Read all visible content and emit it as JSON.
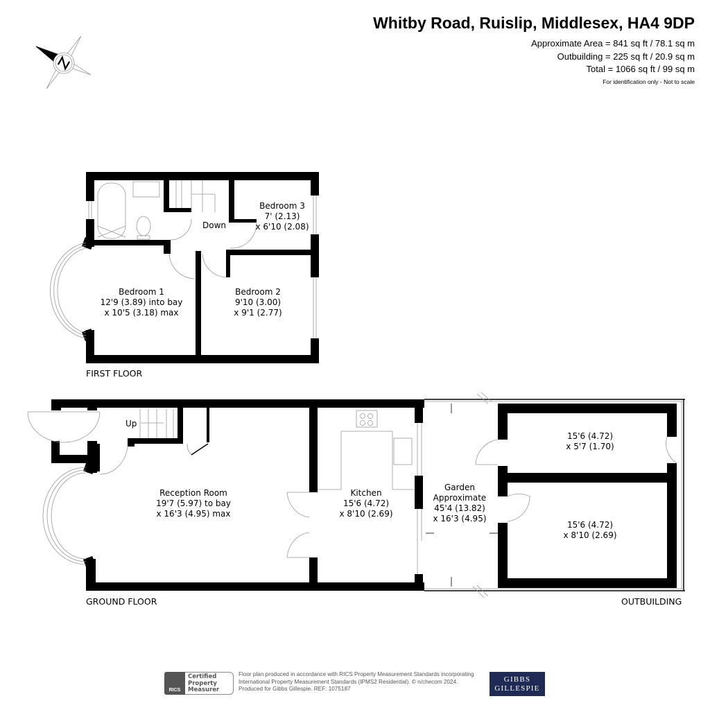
{
  "header": {
    "title": "Whitby Road, Ruislip, Middlesex, HA4 9DP",
    "approximate_area": "Approximate Area = 841 sq ft / 78.1 sq m",
    "outbuilding_area": "Outbuilding = 225 sq ft / 20.9 sq m",
    "total_area": "Total = 1066 sq ft / 99 sq m",
    "disclaimer": "For identification only - Not to scale"
  },
  "compass": {
    "icon": "north-compass-icon",
    "letter": "N"
  },
  "first_floor": {
    "label": "FIRST FLOOR",
    "stairs_label": "Down",
    "rooms": [
      {
        "name": "Bedroom 1",
        "dim1": "12'9 (3.89) into bay",
        "dim2": "x 10'5 (3.18) max"
      },
      {
        "name": "Bedroom 2",
        "dim1": "9'10 (3.00)",
        "dim2": "x 9'1 (2.77)"
      },
      {
        "name": "Bedroom 3",
        "dim1": "7' (2.13)",
        "dim2": "x 6'10 (2.08)"
      }
    ]
  },
  "ground_floor": {
    "label": "GROUND FLOOR",
    "stairs_label": "Up",
    "rooms": [
      {
        "name": "Reception Room",
        "dim1": "19'7 (5.97) to bay",
        "dim2": "x 16'3 (4.95) max"
      },
      {
        "name": "Kitchen",
        "dim1": "15'6 (4.72)",
        "dim2": "x 8'10 (2.69)"
      },
      {
        "name": "Garden",
        "name2": "Approximate",
        "dim1": "45'4 (13.82)",
        "dim2": "x 16'3 (4.95)"
      }
    ]
  },
  "outbuilding": {
    "label": "OUTBUILDING",
    "rooms": [
      {
        "dim1": "15'6 (4.72)",
        "dim2": "x 5'7 (1.70)"
      },
      {
        "dim1": "15'6 (4.72)",
        "dim2": "x 8'10 (2.69)"
      }
    ]
  },
  "footer": {
    "rics_badge": {
      "abbr": "RICS",
      "line1": "Certified",
      "line2": "Property",
      "line3": "Measurer"
    },
    "text_line1": "Floor plan produced in accordance with RICS Property Measurement Standards incorporating",
    "text_line2": "International Property Measurement Standards (IPMS2 Residential).   © n/checom 2024.",
    "text_line3": "Produced for Gibbs Gillespie.   REF: 1075187",
    "agent_logo": {
      "line1": "GIBBS",
      "line2": "GILLESPIE",
      "color": "#1f2a55"
    }
  }
}
